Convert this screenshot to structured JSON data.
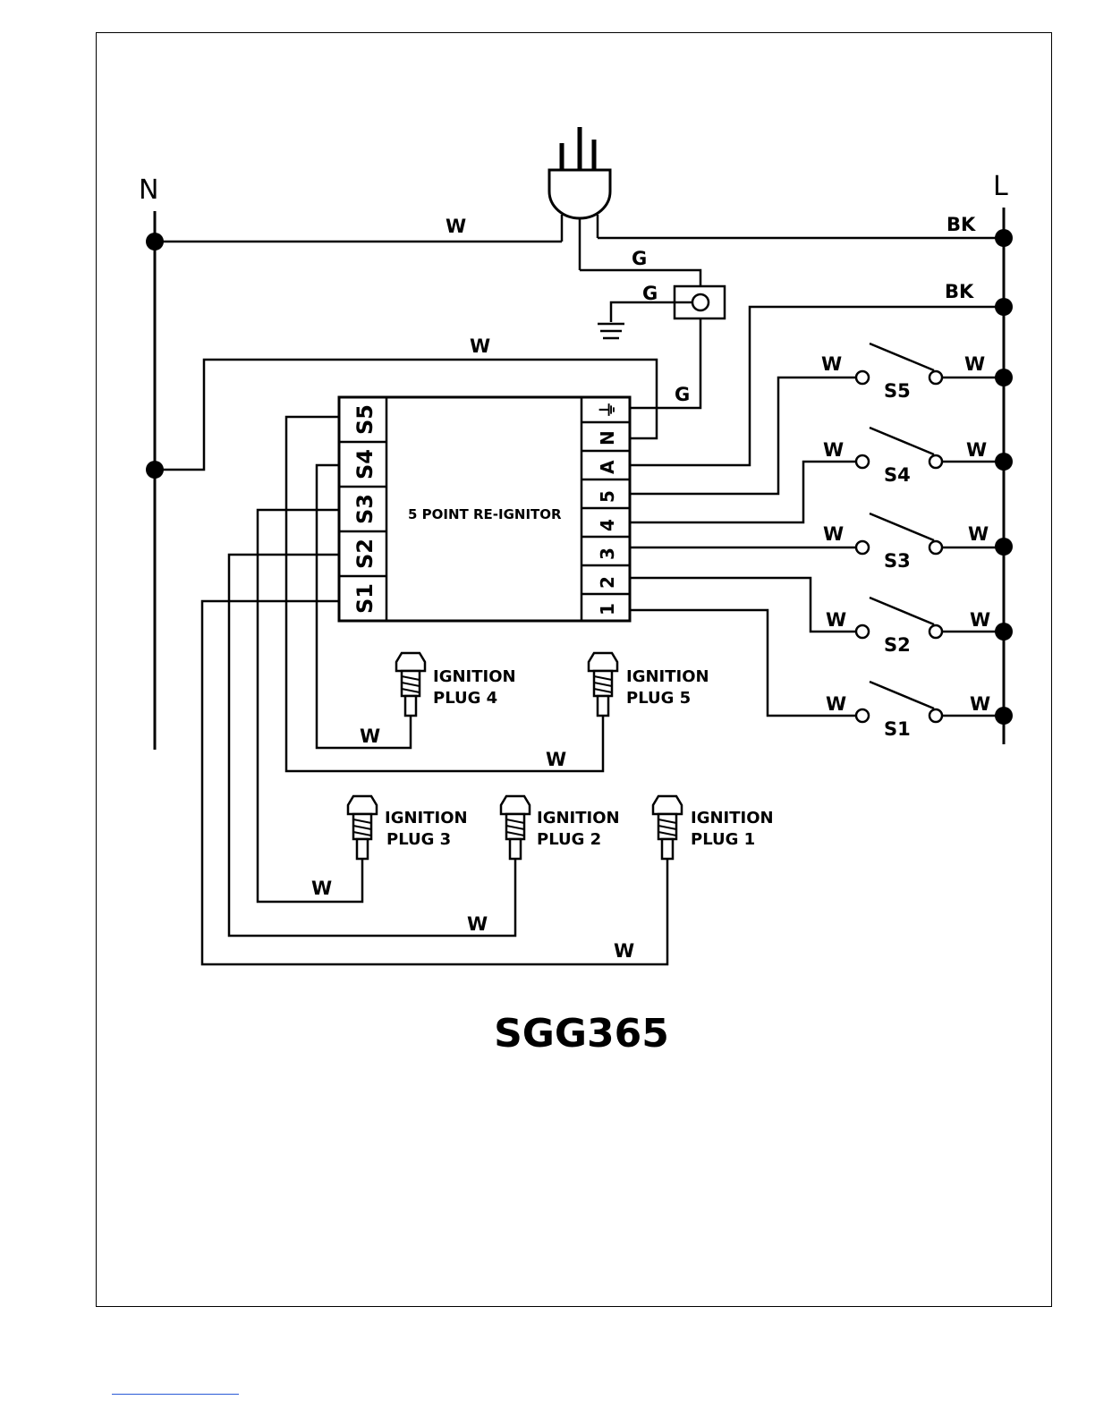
{
  "title": "SGG365",
  "rails": {
    "neutral": "N",
    "line": "L"
  },
  "wire_colors": {
    "white": "W",
    "black": "BK",
    "ground": "G"
  },
  "reignitor": {
    "label": "5 POINT RE-IGNITOR",
    "left_terminals": [
      "S5",
      "S4",
      "S3",
      "S2",
      "S1"
    ],
    "right_terminals": [
      "⏚",
      "N",
      "A",
      "5",
      "4",
      "3",
      "2",
      "1"
    ]
  },
  "switches": [
    "S5",
    "S4",
    "S3",
    "S2",
    "S1"
  ],
  "ignition_plugs": [
    {
      "line1": "IGNITION",
      "line2": "PLUG 4"
    },
    {
      "line1": "IGNITION",
      "line2": "PLUG 5"
    },
    {
      "line1": "IGNITION",
      "line2": "PLUG 3"
    },
    {
      "line1": "IGNITION",
      "line2": "PLUG 2"
    },
    {
      "line1": "IGNITION",
      "line2": "PLUG 1"
    }
  ]
}
